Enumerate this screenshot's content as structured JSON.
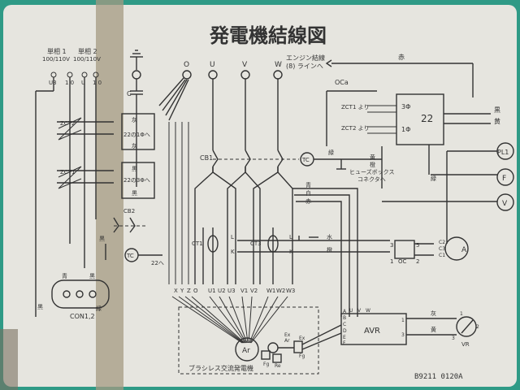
{
  "title": "発電機結線図",
  "footer_code": "B9211 0120A",
  "single_phase_labels": [
    "単相 1",
    "単相 2"
  ],
  "single_phase_voltage_labels": [
    "100/110V",
    "100/110V"
  ],
  "input_terminals": [
    "U3",
    "1 0",
    "U",
    "1 0"
  ],
  "phase_terminals": [
    "O",
    "U",
    "V",
    "W"
  ],
  "engine_wire_label": "エンジン結線",
  "engine_wire_label2": "(8) ラインへ",
  "red_label": "赤",
  "zct_labels": [
    "ZCT2",
    "ZCT1"
  ],
  "zct_arrow_labels": [
    "灰",
    "22の1Φへ",
    "灰",
    "黒",
    "22の3Φへ",
    "黒"
  ],
  "c_label": "C",
  "cb1_label": "CB1",
  "cb2_label": "CB2",
  "tc_label": "TC",
  "oca_label": "OCa",
  "zct_from_labels": [
    "ZCT1 より",
    "ZCT2 より"
  ],
  "relay_box_label": "22",
  "relay_terminals": [
    "3Φ",
    "1Φ"
  ],
  "right_color_labels": [
    "黒",
    "黄"
  ],
  "green_label": "緑",
  "fuse_box_labels": [
    "ヒューズボックス",
    "コネクタへ"
  ],
  "wire_color_labels": [
    "黄",
    "橙",
    "青",
    "白",
    "赤",
    "水",
    "橙"
  ],
  "lamp_labels": [
    "PL1",
    "F",
    "V"
  ],
  "ammeter_label": "A",
  "ammeter_terminals": [
    "C2",
    "C3",
    "C1"
  ],
  "ct_labels": [
    "CT1",
    "CT3"
  ],
  "ct_kl_labels": [
    "L",
    "K",
    "L",
    "K"
  ],
  "oc_label": "OC",
  "oc_terminals": [
    "3",
    "5",
    "1",
    "2"
  ],
  "to22_label": "22へ",
  "bottom_terminals": [
    "X",
    "Y",
    "Z",
    "O",
    "U1",
    "U2",
    "U3",
    "V1",
    "V2",
    "W1",
    "W2",
    "W3"
  ],
  "con_label": "CON1,2",
  "con_colors": [
    "青",
    "黒",
    "黒",
    "緑"
  ],
  "generator_label": "Ar",
  "generator_caption": "ブラシレス交流発電機",
  "exciter_labels": [
    "Ex",
    "Ar",
    "Ex",
    "Fg",
    "Fg",
    "Re"
  ],
  "avr_label": "AVR",
  "avr_terminals": [
    "A",
    "B",
    "C",
    "D",
    "E",
    "F",
    "U",
    "V",
    "W",
    "1",
    "3"
  ],
  "vr_label": "VR",
  "vr_colors": [
    "灰",
    "黄"
  ],
  "vr_terminals": [
    "1",
    "2",
    "3"
  ]
}
